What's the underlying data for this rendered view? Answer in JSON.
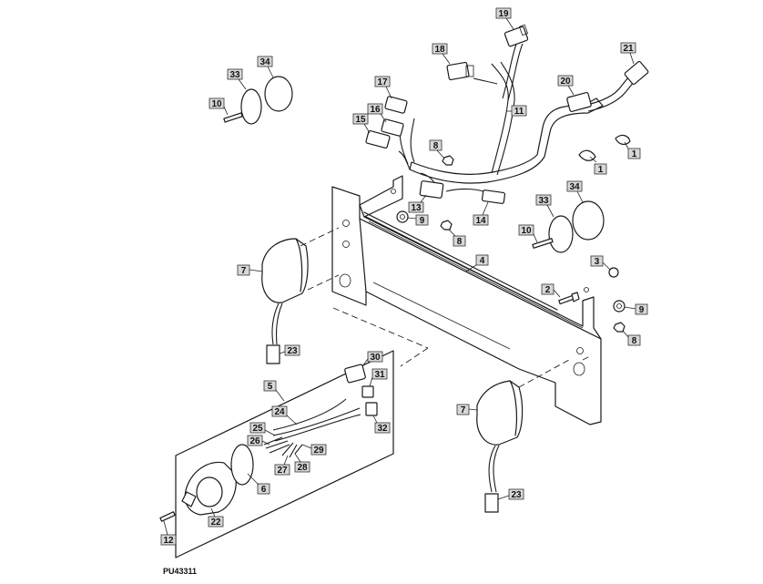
{
  "figure_code": "PU43311",
  "callouts": [
    {
      "label": "1"
    },
    {
      "label": "1"
    },
    {
      "label": "2"
    },
    {
      "label": "3"
    },
    {
      "label": "4"
    },
    {
      "label": "5"
    },
    {
      "label": "6"
    },
    {
      "label": "7"
    },
    {
      "label": "7"
    },
    {
      "label": "8"
    },
    {
      "label": "8"
    },
    {
      "label": "8"
    },
    {
      "label": "9"
    },
    {
      "label": "9"
    },
    {
      "label": "10"
    },
    {
      "label": "10"
    },
    {
      "label": "11"
    },
    {
      "label": "12"
    },
    {
      "label": "13"
    },
    {
      "label": "14"
    },
    {
      "label": "15"
    },
    {
      "label": "16"
    },
    {
      "label": "17"
    },
    {
      "label": "18"
    },
    {
      "label": "19"
    },
    {
      "label": "20"
    },
    {
      "label": "21"
    },
    {
      "label": "22"
    },
    {
      "label": "23"
    },
    {
      "label": "23"
    },
    {
      "label": "24"
    },
    {
      "label": "25"
    },
    {
      "label": "26"
    },
    {
      "label": "27"
    },
    {
      "label": "28"
    },
    {
      "label": "29"
    },
    {
      "label": "30"
    },
    {
      "label": "31"
    },
    {
      "label": "32"
    },
    {
      "label": "33"
    },
    {
      "label": "33"
    },
    {
      "label": "34"
    },
    {
      "label": "34"
    }
  ]
}
